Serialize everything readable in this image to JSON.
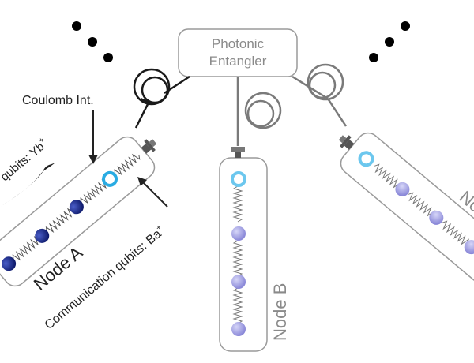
{
  "entangler": {
    "line1": "Photonic",
    "line2": "Entangler"
  },
  "labels": {
    "coulomb": "Coulomb Int.",
    "memory_qubits": "qubits: Yb",
    "memory_sup": "+",
    "comm_qubits": "Communication qubits: Ba",
    "comm_sup": "+",
    "node_a": "Node A",
    "node_b": "Node B",
    "node_c": "Node"
  },
  "colors": {
    "node_a_dark": "#1c2c8c",
    "node_a_comm": "#29abe2",
    "node_grey_ion": "#9b9ae0",
    "node_grey_comm": "#6cc7ee",
    "fiber_dark": "#1a1a1a",
    "fiber_grey": "#7a7a7a",
    "box_border": "#9a9a9a"
  },
  "icons": [
    "ellipsis-dots-left-icon",
    "ellipsis-dots-right-icon",
    "fiber-connector-icon"
  ]
}
